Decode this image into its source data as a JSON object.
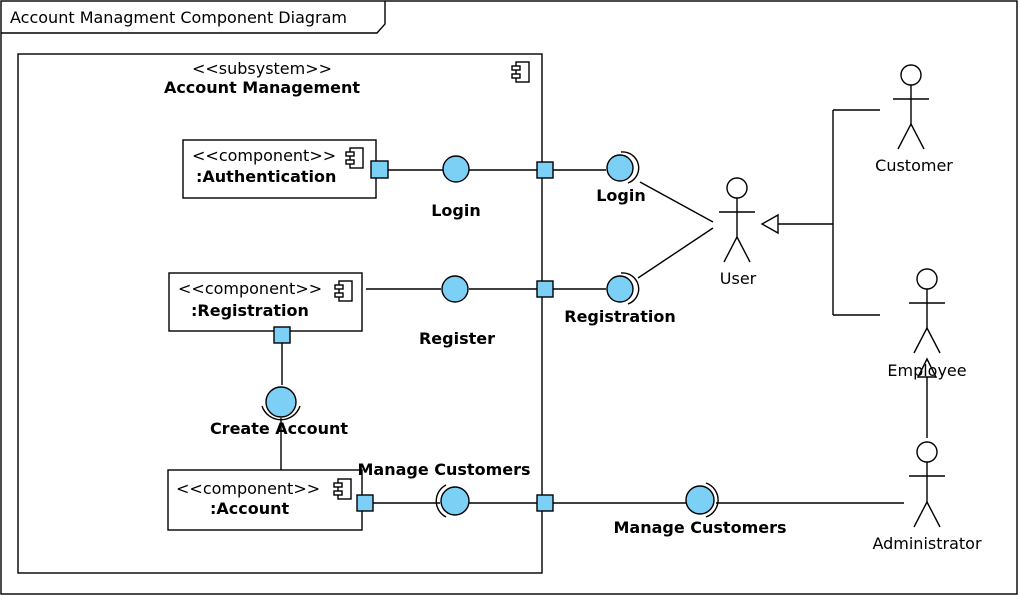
{
  "diagram": {
    "title": "Account Managment Component Diagram",
    "subsystem": {
      "stereotype": "<<subsystem>>",
      "name": "Account Management"
    },
    "components": [
      {
        "stereotype": "<<component>>",
        "name": ":Authentication"
      },
      {
        "stereotype": "<<component>>",
        "name": ":Registration"
      },
      {
        "stereotype": "<<component>>",
        "name": ":Account"
      }
    ],
    "interfaces": {
      "login_provided": "Login",
      "login_required": "Login",
      "register_provided": "Register",
      "registration_required": "Registration",
      "create_account": "Create Account",
      "manage_customers_inner": "Manage Customers",
      "manage_customers_outer": "Manage Customers"
    },
    "actors": {
      "user": "User",
      "customer": "Customer",
      "employee": "Employee",
      "administrator": "Administrator"
    },
    "colors": {
      "interface_fill": "#7ccff5",
      "stroke": "#000000",
      "background": "#ffffff"
    }
  }
}
